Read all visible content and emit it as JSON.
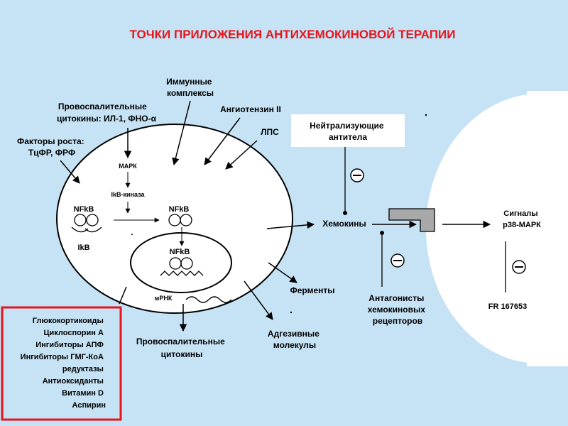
{
  "title": "ТОЧКИ ПРИЛОЖЕНИЯ АНТИХЕМОКИНОВОЙ ТЕРАПИИ",
  "labels": {
    "immune_complexes": [
      "Иммунные",
      "комплексы"
    ],
    "proinflammatory_top": [
      "Провоспалительные",
      "цитокины:  ИЛ-1, ФНО-α"
    ],
    "angiotensin": "Ангиотензин II",
    "lps": "ЛПС",
    "growth_factors": [
      "Факторы роста:",
      "ТцФР, ФРФ"
    ],
    "neutralizing": [
      "Нейтрализующие",
      "антитела"
    ],
    "mapk": "МАРК",
    "ikb_kinase": "IkB-киназа",
    "nfkb_left": "NFkB",
    "nfkb_right": "NFkB",
    "nfkb_nucleus": "NFkB",
    "ikb": "IkB",
    "chemokines": "Хемокины",
    "mrna": "мРНК",
    "enzymes": "Ферменты",
    "antagonists": [
      "Антагонисты",
      "хемокиновых",
      "рецепторов"
    ],
    "adhesive": [
      "Адгезивные",
      "молекулы"
    ],
    "proinflammatory_bottom": [
      "Провоспалительные",
      "цитокины"
    ],
    "signals": [
      "Сигналы",
      "р38-МАРК"
    ],
    "fr": "FR 167653"
  },
  "inhibitors": [
    "Глюкокортикоиды",
    "Циклоспорин А",
    "Ингибиторы АПФ",
    "Ингибиторы ГМГ-КоА",
    "редуктазы",
    "Антиоксиданты",
    "Витамин D",
    "Аспирин"
  ],
  "colors": {
    "background": "#c6e2f5",
    "title": "#e8141a",
    "highlight_box": "#e8141a",
    "cell": "#ffffff"
  }
}
